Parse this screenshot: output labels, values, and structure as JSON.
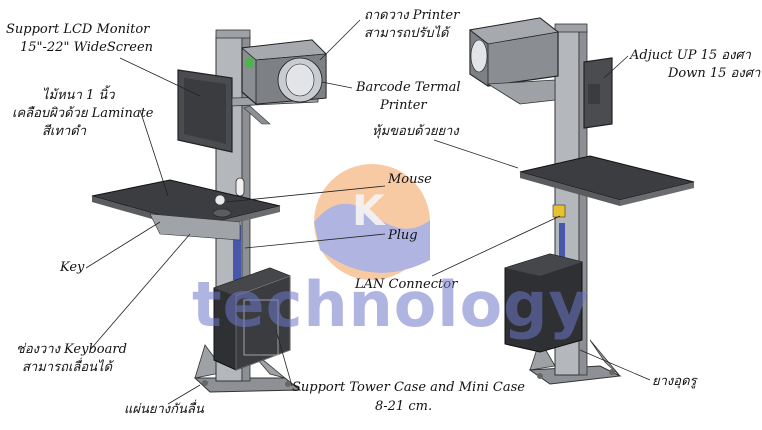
{
  "labels": {
    "lcd_monitor_1": "Support LCD Monitor",
    "lcd_monitor_2": "15\"-22\" WideScreen",
    "printer_tray_1": "ถาดวาง Printer",
    "printer_tray_2": "สามารถปรับได้",
    "barcode_1": "Barcode Termal",
    "barcode_2": "Printer",
    "adjust_up": "Adjuct UP 15 องศา",
    "adjust_down": "Down 15 องศา",
    "wood_1": "ไม้หนา 1 นิ้ว",
    "wood_2": "เคลือบผิวด้วย Laminate",
    "wood_3": "สีเทาดำ",
    "edge_rubber": "หุ้มขอบด้วยยาง",
    "mouse": "Mouse",
    "plug": "Plug",
    "key": "Key",
    "lan": "LAN Connector",
    "keyboard_1": "ช่องวาง Keyboard",
    "keyboard_2": "สามารถเลื่อนได้",
    "tower_1": "Support Tower Case and Mini Case",
    "tower_2": "8-21 cm.",
    "rubber_feet": "ยางอุดรู",
    "anti_slip": "แผ่นยางกันลื่น"
  },
  "watermark": {
    "letter": "K",
    "text": "technology"
  },
  "colors": {
    "metal": "#a9adb3",
    "metal_dark": "#7d8288",
    "table_top": "#3b3d40",
    "printer": "#8a8e93",
    "screen": "#4a4c50",
    "cable_blue": "#2c3fa8",
    "logo_orange": "#f2a05a",
    "logo_blue": "#6f78c9"
  }
}
